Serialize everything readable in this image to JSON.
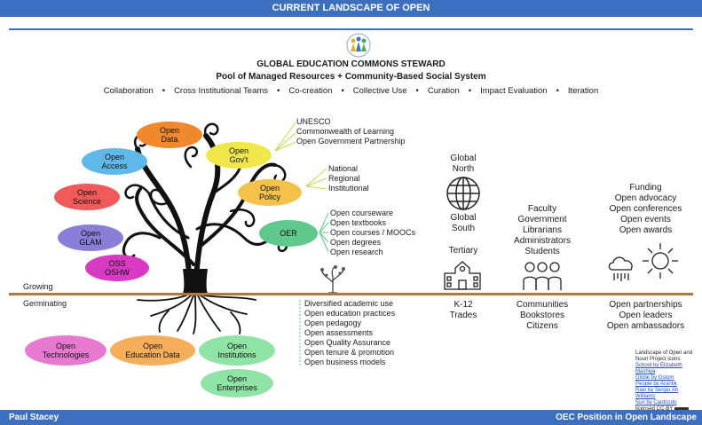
{
  "header": {
    "title": "CURRENT LANDSCAPE OF OPEN"
  },
  "steward": {
    "title": "GLOBAL EDUCATION COMMONS STEWARD",
    "subtitle": "Pool of Managed Resources + Community-Based Social System",
    "items": [
      "Collaboration",
      "Cross Institutional Teams",
      "Co-creation",
      "Collective Use",
      "Curation",
      "Impact Evaluation",
      "Iteration"
    ]
  },
  "bubbles": {
    "open_data": [
      "Open",
      "Data"
    ],
    "open_access": [
      "Open",
      "Access"
    ],
    "open_science": [
      "Open",
      "Science"
    ],
    "open_glam": [
      "Open",
      "GLAM"
    ],
    "oss_oshw": [
      "OSS",
      "OSHW"
    ],
    "open_govt": [
      "Open",
      "Gov't"
    ],
    "open_policy": [
      "Open",
      "Policy"
    ],
    "oer": [
      "OER"
    ],
    "open_technologies": [
      "Open",
      "Technologies"
    ],
    "open_education_data": [
      "Open",
      "Education Data"
    ],
    "open_institutions": [
      "Open",
      "Institutions"
    ],
    "open_enterprises": [
      "Open",
      "Enterprises"
    ]
  },
  "govt_list": [
    "UNESCO",
    "Commonwealth of Learning",
    "Open Government Partnership"
  ],
  "policy_list": [
    "National",
    "Regional",
    "Institutional"
  ],
  "oer_list": [
    "Open courseware",
    "Open textbooks",
    "Open courses / MOOCs",
    "Open degrees",
    "Open research"
  ],
  "roots_list": [
    "Diversified academic use",
    "Open education practices",
    "Open pedagogy",
    "Open assessments",
    "Open Quality Assurance",
    "Open tenure & promotion",
    "Open business models"
  ],
  "globe": {
    "north": [
      "Global",
      "North"
    ],
    "south": [
      "Global",
      "South"
    ]
  },
  "school": {
    "tertiary": "Tertiary",
    "below": [
      "K-12",
      "Trades"
    ]
  },
  "people": {
    "above": [
      "Faculty",
      "Government",
      "Librarians",
      "Administrators",
      "Students"
    ],
    "below": [
      "Communities",
      "Bookstores",
      "Citizens"
    ]
  },
  "weather": {
    "above": [
      "Funding",
      "Open advocacy",
      "Open conferences",
      "Open events",
      "Open awards"
    ],
    "below": [
      "Open partnerships",
      "Open leaders",
      "Open ambassadors"
    ]
  },
  "labels": {
    "growing": "Growing",
    "germinating": "Germinating"
  },
  "credits": [
    "Landscape of Open and",
    "Noun Project icons:",
    "School by Elizabeth Mashiya",
    "Globe by Ostom",
    "People by Arantik",
    "Rain by Sergio Ah Williams",
    "Sun by Cardozdo",
    "licensed CC-BY"
  ],
  "footer": {
    "author": "Paul Stacey",
    "title": "OEC Position in Open Landscape"
  },
  "colors": {
    "accent_blue": "#3d6fc1",
    "ground": "#b07a3a",
    "open_data": "#f0892e",
    "open_access": "#5fb8e8",
    "open_science": "#f05a5a",
    "open_glam": "#8a7fd8",
    "oss_oshw": "#d83ac4",
    "open_govt": "#f0e84a",
    "open_policy": "#f4c24a",
    "oer": "#5ec98a",
    "open_technologies": "#e77ad0",
    "open_education_data": "#f7ae5a",
    "open_institutions": "#8fe3a5",
    "open_enterprises": "#8fe3a5"
  },
  "icons": [
    "community-logo-icon",
    "tree-icon",
    "seedling-icon",
    "globe-icon",
    "school-icon",
    "people-icon",
    "rain-cloud-icon",
    "sun-icon",
    "cc-badge-icon"
  ]
}
